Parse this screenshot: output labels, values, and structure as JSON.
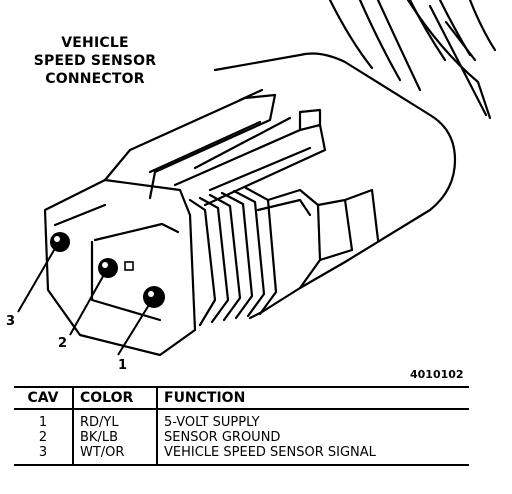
{
  "title_lines": [
    "VEHICLE",
    "SPEED SENSOR",
    "CONNECTOR"
  ],
  "figure_code": "4010102",
  "cavity_labels": [
    "3",
    "2",
    "1"
  ],
  "table": {
    "headers": [
      "CAV",
      "COLOR",
      "FUNCTION"
    ],
    "rows": [
      {
        "cav": "1",
        "color": "RD/YL",
        "function": "5-VOLT SUPPLY"
      },
      {
        "cav": "2",
        "color": "BK/LB",
        "function": "SENSOR GROUND"
      },
      {
        "cav": "3",
        "color": "WT/OR",
        "function": "VEHICLE SPEED SENSOR SIGNAL"
      }
    ]
  }
}
